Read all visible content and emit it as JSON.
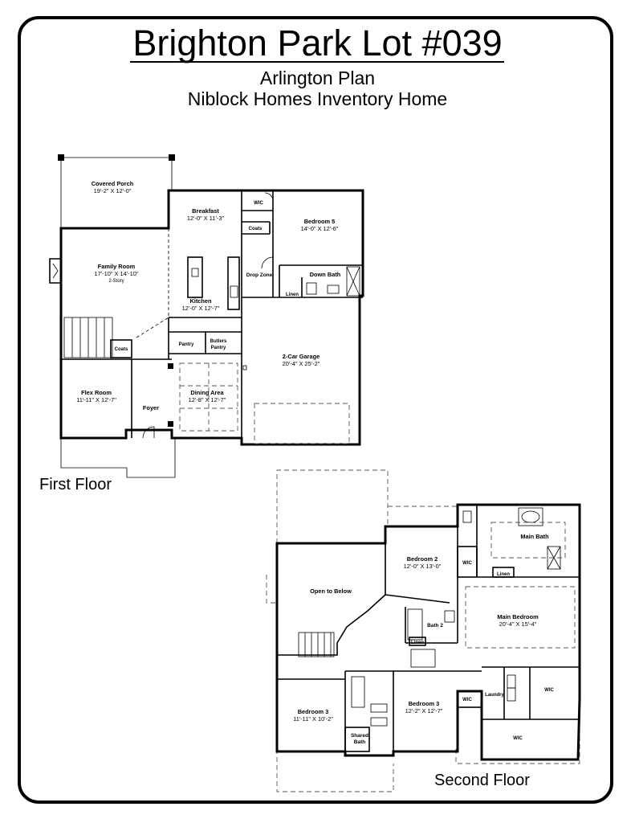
{
  "title": "Brighton Park Lot #039",
  "subtitle_plan": "Arlington Plan",
  "subtitle_builder": "Niblock Homes Inventory Home",
  "first_floor": {
    "label": "First Floor",
    "rooms": {
      "covered_porch": {
        "name": "Covered Porch",
        "dims": "19'-2\" X 12'-0\""
      },
      "breakfast": {
        "name": "Breakfast",
        "dims": "12'-0\" X 11'-3\""
      },
      "family_room": {
        "name": "Family Room",
        "dims": "17'-10\" X 14'-10\"",
        "note": "2-Story"
      },
      "kitchen": {
        "name": "Kitchen",
        "dims": "12'-0\" X 12'-7\""
      },
      "pantry": {
        "name": "Pantry"
      },
      "butlers_pantry": {
        "name_line1": "Butlers",
        "name_line2": "Pantry"
      },
      "coats_stair": {
        "name": "Coats"
      },
      "flex_room": {
        "name": "Flex Room",
        "dims": "11'-11\" X 12'-7\""
      },
      "foyer": {
        "name": "Foyer"
      },
      "dining_area": {
        "name": "Dining Area",
        "dims": "12'-8\" X 12'-7\""
      },
      "wic": {
        "name": "WIC"
      },
      "coats_garage": {
        "name": "Coats"
      },
      "bedroom_5": {
        "name": "Bedroom 5",
        "dims": "14'-0\" X 12'-6\""
      },
      "drop_zone": {
        "name": "Drop Zone"
      },
      "down_bath": {
        "name": "Down Bath"
      },
      "linen": {
        "name": "Linen"
      },
      "garage": {
        "name": "2-Car Garage",
        "dims": "20'-4\" X 25'-2\""
      }
    }
  },
  "second_floor": {
    "label": "Second Floor",
    "rooms": {
      "open_to_below": {
        "name": "Open to Below"
      },
      "bedroom_2": {
        "name": "Bedroom 2",
        "dims": "12'-0\" X 13'-0\""
      },
      "wic_bed2": {
        "name": "WIC"
      },
      "main_bath": {
        "name": "Main Bath"
      },
      "linen_main": {
        "name": "Linen"
      },
      "main_bedroom": {
        "name": "Main Bedroom",
        "dims": "20'-4\" X 15'-4\""
      },
      "bath_2": {
        "name": "Bath 2"
      },
      "linen_hall": {
        "name": "Linen"
      },
      "bedroom_3_left": {
        "name": "Bedroom 3",
        "dims": "11'-11\" X 10'-2\""
      },
      "shared_bath": {
        "name_line1": "Shared",
        "name_line2": "Bath"
      },
      "bedroom_3_right": {
        "name": "Bedroom 3",
        "dims": "12'-2\" X 12'-7\""
      },
      "wic_bed3": {
        "name": "WIC"
      },
      "laundry": {
        "name": "Laundry"
      },
      "wic_main_right": {
        "name": "WIC"
      },
      "wic_main_bottom": {
        "name": "WIC"
      }
    }
  }
}
